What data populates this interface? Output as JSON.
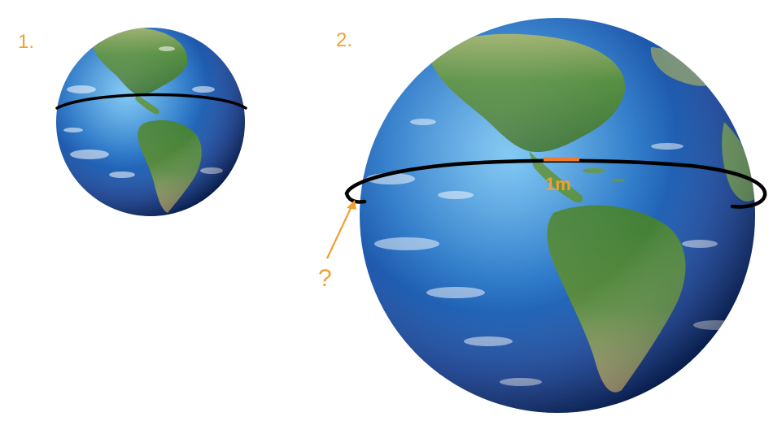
{
  "panels": [
    {
      "number": "1."
    },
    {
      "number": "2."
    }
  ],
  "annotations": {
    "length": "1m",
    "question": "?"
  },
  "colors": {
    "annotation": "#f0a030",
    "rope": "#000000",
    "ocean_light": "#4a9fe0",
    "ocean_dark": "#0c2f7a",
    "land_green": "#4c8a3a",
    "land_tan": "#b8a878",
    "clouds": "#ffffff"
  },
  "icons": {
    "globe_small": "earth-globe-icon",
    "globe_large": "earth-globe-icon"
  }
}
